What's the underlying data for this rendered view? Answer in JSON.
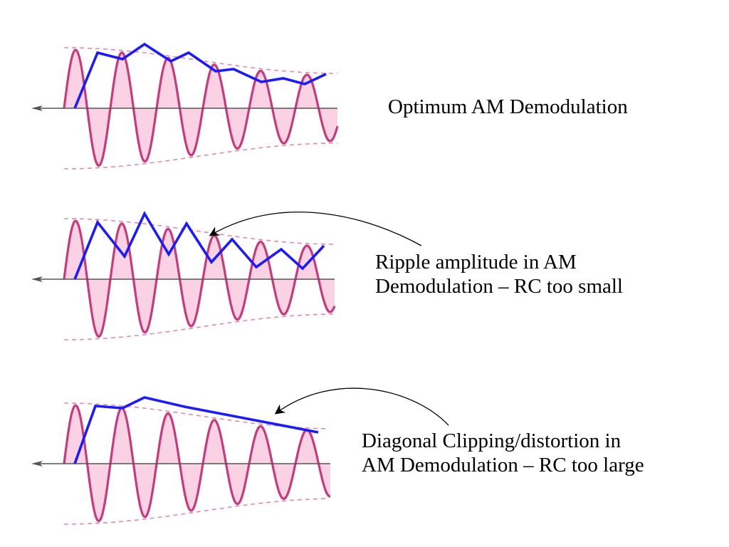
{
  "captions": {
    "optimum": {
      "line1": "Optimum AM Demodulation"
    },
    "ripple": {
      "line1": "Ripple amplitude in AM",
      "line2": "Demodulation – RC too small"
    },
    "diagonal": {
      "line1": "Diagonal Clipping/distortion in",
      "line2": "AM Demodulation – RC too large"
    }
  },
  "colors": {
    "carrier": "#c73a7c",
    "fill": "#fad2e3",
    "envelope": "#e08aa8",
    "detector_output": "#1a1aff",
    "axis": "#555555",
    "arrow": "#000000"
  },
  "icons": {
    "axis_arrow": "arrowhead-left-icon",
    "callout_arrow": "curved-arrow-icon"
  }
}
